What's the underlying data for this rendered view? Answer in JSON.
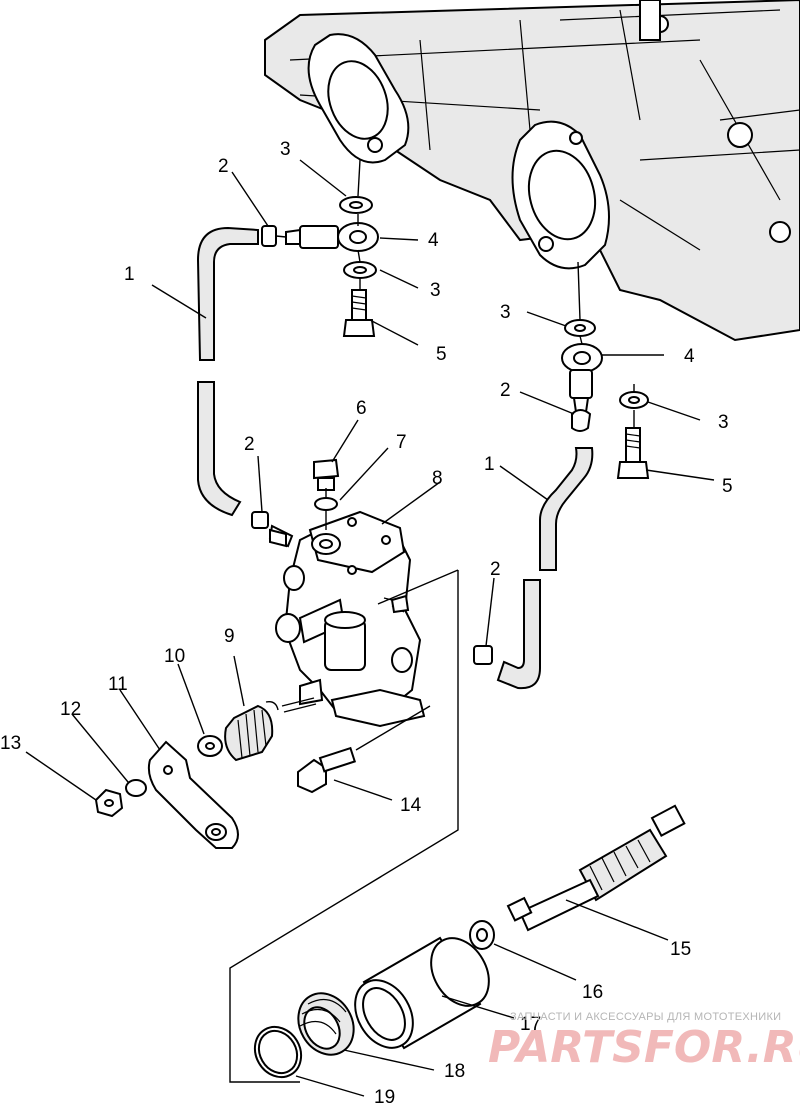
{
  "diagram": {
    "callouts": [
      {
        "id": "c1a",
        "text": "1"
      },
      {
        "id": "c1b",
        "text": "1"
      },
      {
        "id": "c2a",
        "text": "2"
      },
      {
        "id": "c2b",
        "text": "2"
      },
      {
        "id": "c2c",
        "text": "2"
      },
      {
        "id": "c2d",
        "text": "2"
      },
      {
        "id": "c3a",
        "text": "3"
      },
      {
        "id": "c3b",
        "text": "3"
      },
      {
        "id": "c3c",
        "text": "3"
      },
      {
        "id": "c3d",
        "text": "3"
      },
      {
        "id": "c4a",
        "text": "4"
      },
      {
        "id": "c4b",
        "text": "4"
      },
      {
        "id": "c5a",
        "text": "5"
      },
      {
        "id": "c5b",
        "text": "5"
      },
      {
        "id": "c6",
        "text": "6"
      },
      {
        "id": "c7",
        "text": "7"
      },
      {
        "id": "c8",
        "text": "8"
      },
      {
        "id": "c9",
        "text": "9"
      },
      {
        "id": "c10",
        "text": "10"
      },
      {
        "id": "c11",
        "text": "11"
      },
      {
        "id": "c12",
        "text": "12"
      },
      {
        "id": "c13",
        "text": "13"
      },
      {
        "id": "c14",
        "text": "14"
      },
      {
        "id": "c15",
        "text": "15"
      },
      {
        "id": "c16",
        "text": "16"
      },
      {
        "id": "c17",
        "text": "17"
      },
      {
        "id": "c18",
        "text": "18"
      },
      {
        "id": "c19",
        "text": "19"
      }
    ]
  },
  "watermark": {
    "tagline": "ЗАПЧАСТИ И АКСЕССУАРЫ ДЛЯ МОТОТЕХНИКИ",
    "brand": "PARTSFOR.RU",
    "color": "#e88a8a"
  }
}
